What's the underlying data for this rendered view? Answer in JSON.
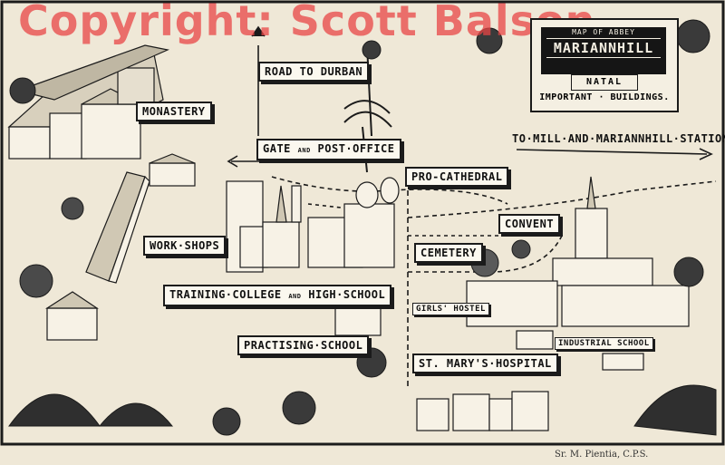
{
  "watermark": "Copyright: Scott Balson",
  "title": {
    "small": "MAP OF ABBEY",
    "main": "MARIANNHILL",
    "region": "NATAL",
    "subtitle": "IMPORTANT · BUILDINGS."
  },
  "labels": {
    "monastery": "MONASTERY",
    "road_to_durban": "ROAD TO DURBAN",
    "gate": "GATE",
    "and": "AND",
    "post_office": "POST·OFFICE",
    "to_mill": "TO·MILL·AND·MARIANNHILL·STATION",
    "pro_cathedral": "PRO-CATHEDRAL",
    "convent": "CONVENT",
    "cemetery": "CEMETERY",
    "workshops": "WORK·SHOPS",
    "training_college": "TRAINING·COLLEGE",
    "high_school": "HIGH·SCHOOL",
    "practising_school": "PRACTISING·SCHOOL",
    "st_marys": "ST. MARY'S·HOSPITAL",
    "girls_hostel": "GIRLS' HOSTEL",
    "industrial_school": "INDUSTRIAL SCHOOL"
  },
  "credit": "Sr. M. Pientia, C.P.S.",
  "colors": {
    "ink": "#1b1b1b",
    "paper": "#efe8d7",
    "watermark": "#e84646"
  }
}
